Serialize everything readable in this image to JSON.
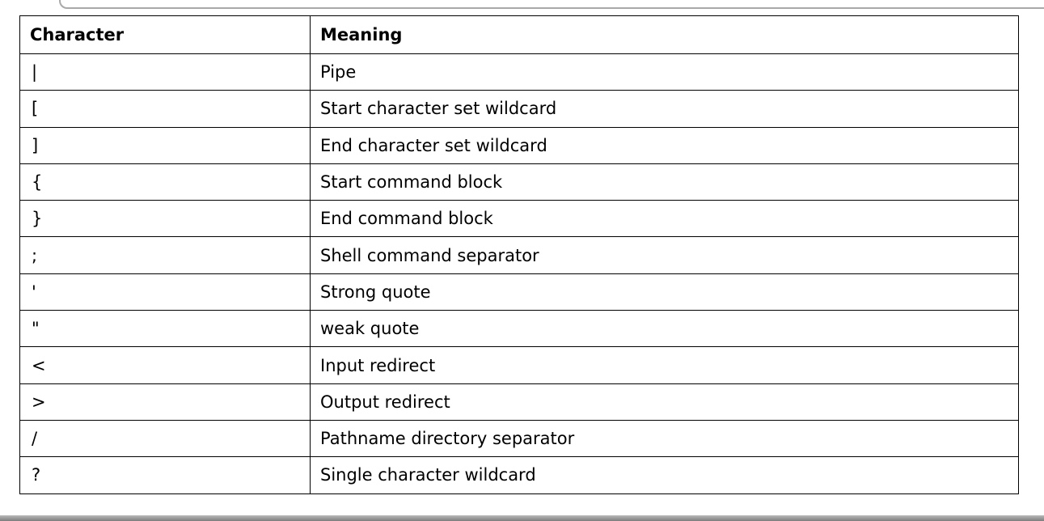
{
  "table": {
    "headers": [
      "Character",
      "Meaning"
    ],
    "rows": [
      {
        "character": "|",
        "meaning": "Pipe"
      },
      {
        "character": "[",
        "meaning": "Start character set wildcard"
      },
      {
        "character": "]",
        "meaning": "End character set wildcard"
      },
      {
        "character": "{",
        "meaning": "Start command block"
      },
      {
        "character": "}",
        "meaning": "End command block"
      },
      {
        "character": ";",
        "meaning": "Shell command separator"
      },
      {
        "character": "'",
        "meaning": "Strong quote"
      },
      {
        "character": "\"",
        "meaning": "weak quote"
      },
      {
        "character": "<",
        "meaning": "Input redirect"
      },
      {
        "character": ">",
        "meaning": "Output redirect"
      },
      {
        "character": "/",
        "meaning": "Pathname directory separator"
      },
      {
        "character": "?",
        "meaning": "Single character wildcard"
      }
    ]
  }
}
